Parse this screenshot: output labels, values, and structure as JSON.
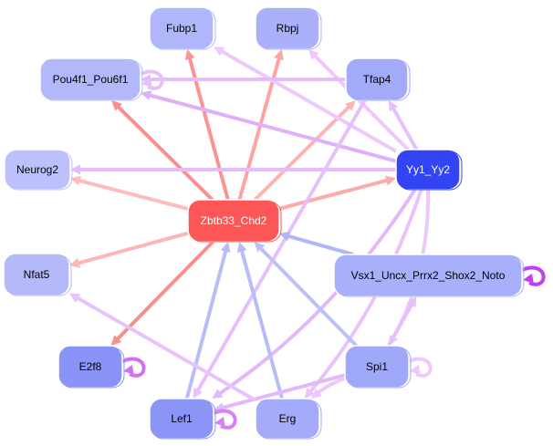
{
  "diagram": {
    "type": "gene-regulatory-network",
    "nodes": [
      {
        "id": "Fubp1",
        "label": "Fubp1",
        "fill": "#b0b6fa",
        "text_color": "#000000"
      },
      {
        "id": "Rbpj",
        "label": "Rbpj",
        "fill": "#aab1fa",
        "text_color": "#000000"
      },
      {
        "id": "Pou4f1_Pou6f1",
        "label": "Pou4f1_Pou6f1",
        "fill": "#b3b8fa",
        "text_color": "#000000"
      },
      {
        "id": "Tfap4",
        "label": "Tfap4",
        "fill": "#a2aafa",
        "text_color": "#000000"
      },
      {
        "id": "Neurog2",
        "label": "Neurog2",
        "fill": "#bcc1fb",
        "text_color": "#000000"
      },
      {
        "id": "Yy1_Yy2",
        "label": "Yy1_Yy2",
        "fill": "#3344f5",
        "text_color": "#ffffff"
      },
      {
        "id": "Zbtb33_Chd2",
        "label": "Zbtb33_Chd2",
        "fill": "#fc5656",
        "text_color": "#ffffff"
      },
      {
        "id": "Nfat5",
        "label": "Nfat5",
        "fill": "#b4b9fa",
        "text_color": "#000000"
      },
      {
        "id": "Vsx1_Uncx_Prrx2_Shox2_Noto",
        "label": "Vsx1_Uncx_Prrx2_Shox2_Noto",
        "fill": "#a9b0fa",
        "text_color": "#000000"
      },
      {
        "id": "E2f8",
        "label": "E2f8",
        "fill": "#8a93f7",
        "text_color": "#000000"
      },
      {
        "id": "Spi1",
        "label": "Spi1",
        "fill": "#a0a8f9",
        "text_color": "#000000"
      },
      {
        "id": "Lef1",
        "label": "Lef1",
        "fill": "#8b94f7",
        "text_color": "#000000"
      },
      {
        "id": "Erg",
        "label": "Erg",
        "fill": "#a3abfa",
        "text_color": "#000000"
      }
    ],
    "edges": [
      {
        "from": "Zbtb33_Chd2",
        "to": "Fubp1",
        "color": "#fc9393"
      },
      {
        "from": "Zbtb33_Chd2",
        "to": "Rbpj",
        "color": "#fca3a3"
      },
      {
        "from": "Zbtb33_Chd2",
        "to": "Pou4f1_Pou6f1",
        "color": "#fa8e8e"
      },
      {
        "from": "Zbtb33_Chd2",
        "to": "Tfap4",
        "color": "#fcb3b3"
      },
      {
        "from": "Zbtb33_Chd2",
        "to": "Neurog2",
        "color": "#fcbcbc"
      },
      {
        "from": "Zbtb33_Chd2",
        "to": "Yy1_Yy2",
        "color": "#fcaaaa"
      },
      {
        "from": "Zbtb33_Chd2",
        "to": "Nfat5",
        "color": "#fcb6b6"
      },
      {
        "from": "Zbtb33_Chd2",
        "to": "E2f8",
        "color": "#fa8e8e"
      },
      {
        "from": "Yy1_Yy2",
        "to": "Fubp1",
        "color": "#ecc8fc"
      },
      {
        "from": "Yy1_Yy2",
        "to": "Rbpj",
        "color": "#ecc8fc"
      },
      {
        "from": "Yy1_Yy2",
        "to": "Pou4f1_Pou6f1",
        "color": "#deb0fa"
      },
      {
        "from": "Yy1_Yy2",
        "to": "Tfap4",
        "color": "#e6c0fb"
      },
      {
        "from": "Yy1_Yy2",
        "to": "Neurog2",
        "color": "#e6bbfb"
      },
      {
        "from": "Yy1_Yy2",
        "to": "Lef1",
        "color": "#e3b8fa"
      },
      {
        "from": "Yy1_Yy2",
        "to": "Erg",
        "color": "#e8c3fb"
      },
      {
        "from": "Yy1_Yy2",
        "to": "Spi1",
        "color": "#ecc8fc"
      },
      {
        "from": "Tfap4",
        "to": "Pou4f1_Pou6f1",
        "color": "#e6bbfb"
      },
      {
        "from": "Tfap4",
        "to": "Lef1",
        "color": "#e6c0fb"
      },
      {
        "from": "Pou4f1_Pou6f1",
        "to": "Pou4f1_Pou6f1",
        "color": "#e6c0fb"
      },
      {
        "from": "Lef1",
        "to": "Zbtb33_Chd2",
        "color": "#b8bdfa"
      },
      {
        "from": "Erg",
        "to": "Zbtb33_Chd2",
        "color": "#b8bdfa"
      },
      {
        "from": "Spi1",
        "to": "Zbtb33_Chd2",
        "color": "#bcc1fb"
      },
      {
        "from": "Vsx1_Uncx_Prrx2_Shox2_Noto",
        "to": "Zbtb33_Chd2",
        "color": "#b0b6fa"
      },
      {
        "from": "Vsx1_Uncx_Prrx2_Shox2_Noto",
        "to": "Vsx1_Uncx_Prrx2_Shox2_Noto",
        "color": "#c23cf0"
      },
      {
        "from": "Spi1",
        "to": "Vsx1_Uncx_Prrx2_Shox2_Noto",
        "color": "#e6c0fb"
      },
      {
        "from": "Spi1",
        "to": "Lef1",
        "color": "#e3b8fa"
      },
      {
        "from": "Spi1",
        "to": "Spi1",
        "color": "#ecc8fc"
      },
      {
        "from": "Spi1",
        "to": "Erg",
        "color": "#ecc8fc"
      },
      {
        "from": "Erg",
        "to": "Nfat5",
        "color": "#e6c3fb"
      },
      {
        "from": "E2f8",
        "to": "E2f8",
        "color": "#d070f4"
      },
      {
        "from": "Lef1",
        "to": "Lef1",
        "color": "#d880f5"
      }
    ]
  }
}
